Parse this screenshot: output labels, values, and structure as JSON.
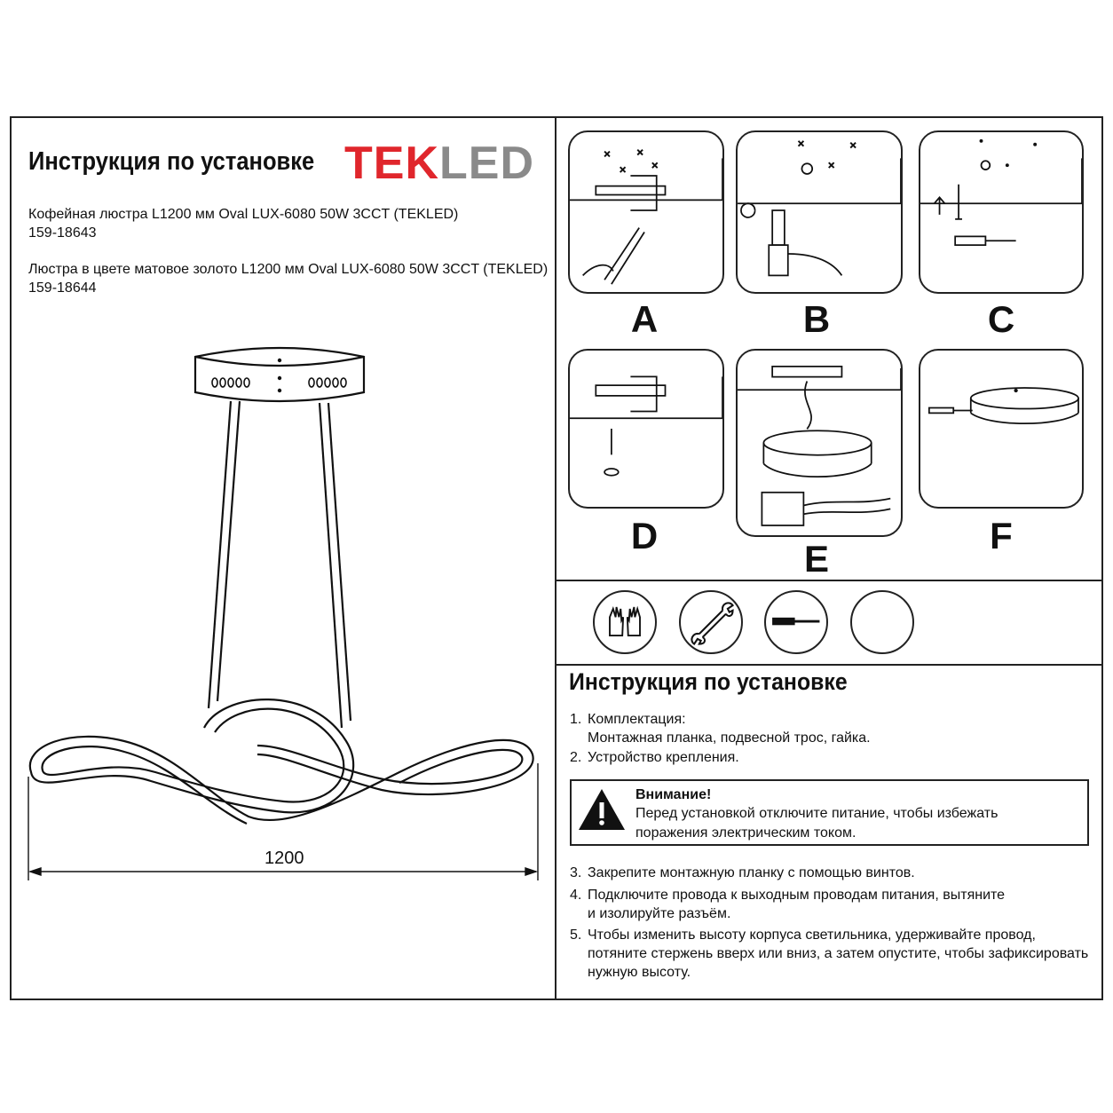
{
  "header": {
    "title": "Инструкция по установке",
    "logo_red": "TEK",
    "logo_grey": "LED",
    "brand_colors": {
      "red": "#e0262c",
      "grey": "#8a8a8a"
    }
  },
  "products": [
    {
      "name": "Кофейная люстра L1200 мм Oval LUX-6080 50W 3CCT (TEKLED)",
      "code": "159-18643"
    },
    {
      "name": "Люстра в цвете матовое золото L1200 мм Oval LUX-6080 50W 3CCT (TEKLED)",
      "code": "159-18644"
    }
  ],
  "drawing": {
    "dimension": "1200"
  },
  "steps": [
    "A",
    "B",
    "C",
    "D",
    "E",
    "F"
  ],
  "tools": [
    "gloves-icon",
    "wrench-icon",
    "screwdriver-icon",
    "empty-icon"
  ],
  "instructions": {
    "heading": "Инструкция по установке",
    "item1_num": "1.",
    "item1_line1": "Комплектация:",
    "item1_line2": "Монтажная планка, подвесной трос, гайка.",
    "item2_num": "2.",
    "item2_line1": "Устройство крепления.",
    "warning_title": "Внимание!",
    "warning_line1": "Перед установкой отключите питание, чтобы избежать",
    "warning_line2": "поражения электрическим током.",
    "item3_num": "3.",
    "item3_line1": "Закрепите монтажную планку с помощью винтов.",
    "item4_num": "4.",
    "item4_line1": "Подключите провода к выходным проводам питания, вытяните",
    "item4_line2": "и изолируйте разъём.",
    "item5_num": "5.",
    "item5_line1": "Чтобы изменить высоту корпуса светильника, удерживайте провод,",
    "item5_line2": "потяните стержень вверх или вниз, а затем опустите, чтобы зафиксировать",
    "item5_line3": "нужную высоту."
  }
}
